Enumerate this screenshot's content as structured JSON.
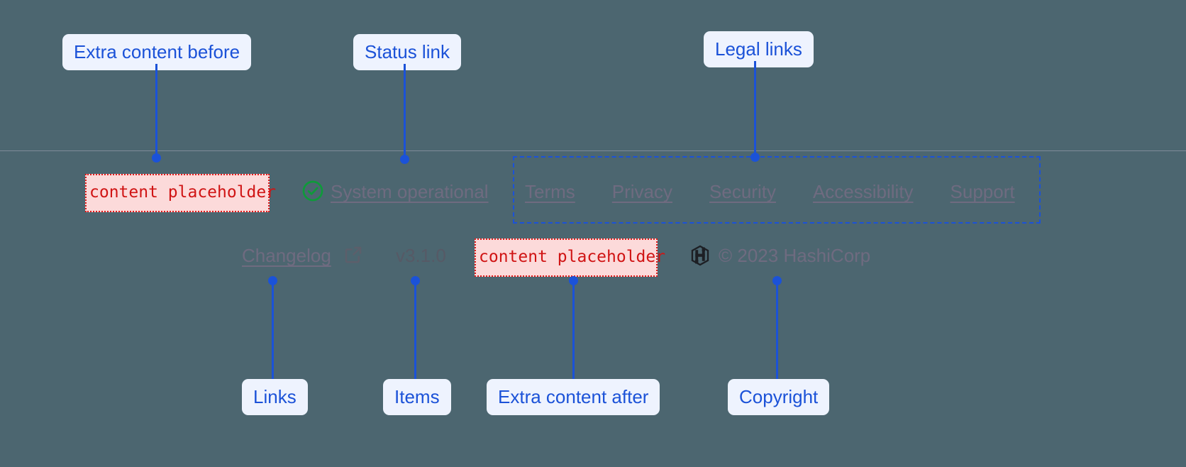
{
  "theme": {
    "background": "#4c6670",
    "annotation_accent": "#1b52d8",
    "annotation_chip_bg": "#eef3fe",
    "footer_text": "#6f6b80",
    "placeholder_text": "#d01414",
    "placeholder_bg": "#fcdada",
    "status_ok": "#0e9a3a",
    "logo": "#1d1f24"
  },
  "annotations": {
    "extra_content_before": "Extra content before",
    "status_link": "Status link",
    "legal_links": "Legal links",
    "links": "Links",
    "items": "Items",
    "extra_content_after": "Extra content after",
    "copyright": "Copyright"
  },
  "footer": {
    "top_row": {
      "extra_before_placeholder": "content placeholder",
      "status": {
        "icon": "check-circle-icon",
        "label": "System operational"
      },
      "legal_links": [
        {
          "label": "Terms"
        },
        {
          "label": "Privacy"
        },
        {
          "label": "Security"
        },
        {
          "label": "Accessibility"
        },
        {
          "label": "Support"
        }
      ]
    },
    "bottom_row": {
      "changelog": {
        "label": "Changelog",
        "icon": "external-link-icon"
      },
      "version": "v3.1.0",
      "extra_after_placeholder": "content placeholder",
      "logo": "hashicorp-logo",
      "copyright": "© 2023 HashiCorp"
    }
  }
}
